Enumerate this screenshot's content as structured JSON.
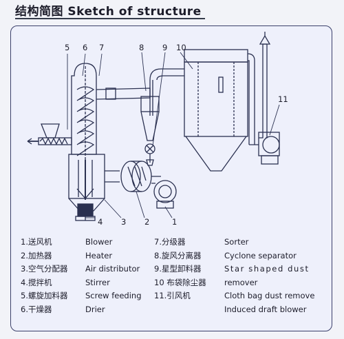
{
  "title": "结构简图 Sketch of structure",
  "callouts": [
    "5",
    "6",
    "7",
    "8",
    "9",
    "10",
    "11",
    "4",
    "3",
    "2",
    "1"
  ],
  "legend": {
    "col1": [
      "1.送风机",
      "2.加热器",
      "3.空气分配器",
      "4.搅拌机",
      "5.螺旋加料器",
      "6.干燥器"
    ],
    "col2": [
      "Blower",
      "Heater",
      "Air distributor",
      "Stirrer",
      "Screw feeding",
      "Drier"
    ],
    "col3": [
      "7.分级器",
      "8.旋风分离器",
      "9.星型卸料器",
      "10 布袋除尘器",
      "11.引风机"
    ],
    "col4": [
      "Sorter",
      "Cyclone separator",
      "Star shaped dust",
      "remover",
      "Cloth bag dust remove",
      "Induced draft blower"
    ]
  },
  "colors": {
    "line": "#2a3050",
    "panel": "#eef0fb"
  }
}
